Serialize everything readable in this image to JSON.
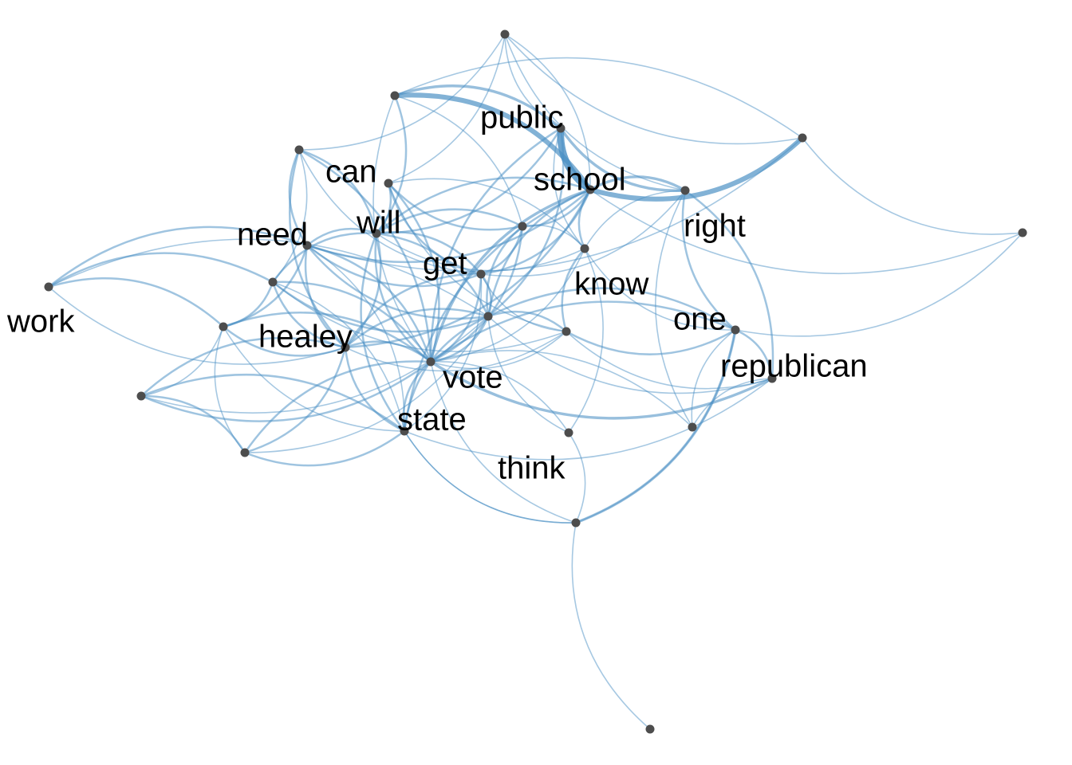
{
  "graph": {
    "edge_color": "#4a8fc4",
    "node_color": "#4d4d4d",
    "label_color": "#000000",
    "nodes": [
      {
        "id": "top",
        "label": ""
      },
      {
        "id": "n_tl",
        "label": ""
      },
      {
        "id": "public",
        "label": "public"
      },
      {
        "id": "far_right",
        "label": ""
      },
      {
        "id": "school",
        "label": "school"
      },
      {
        "id": "right",
        "label": "right"
      },
      {
        "id": "can",
        "label": "can"
      },
      {
        "id": "n_can",
        "label": ""
      },
      {
        "id": "need",
        "label": "need"
      },
      {
        "id": "will",
        "label": "will"
      },
      {
        "id": "get",
        "label": "get"
      },
      {
        "id": "n_get",
        "label": ""
      },
      {
        "id": "know",
        "label": "know"
      },
      {
        "id": "n_right2",
        "label": ""
      },
      {
        "id": "work",
        "label": "work"
      },
      {
        "id": "n_mid_left",
        "label": ""
      },
      {
        "id": "n_left2",
        "label": ""
      },
      {
        "id": "healey",
        "label": "healey"
      },
      {
        "id": "n_center",
        "label": ""
      },
      {
        "id": "n_know2",
        "label": ""
      },
      {
        "id": "one",
        "label": "one"
      },
      {
        "id": "republican",
        "label": "republican"
      },
      {
        "id": "vote",
        "label": "vote"
      },
      {
        "id": "n_bl",
        "label": ""
      },
      {
        "id": "state",
        "label": "state"
      },
      {
        "id": "n_bl2",
        "label": ""
      },
      {
        "id": "think",
        "label": "think"
      },
      {
        "id": "n_br",
        "label": ""
      },
      {
        "id": "n_bottom",
        "label": ""
      },
      {
        "id": "n_last",
        "label": ""
      }
    ],
    "edges": [
      [
        "public",
        "school",
        9
      ],
      [
        "n_tl",
        "school",
        6
      ],
      [
        "school",
        "far_right",
        6
      ],
      [
        "n_tl",
        "public",
        3
      ],
      [
        "public",
        "right",
        3
      ],
      [
        "school",
        "right",
        3
      ],
      [
        "school",
        "vote",
        3
      ],
      [
        "school",
        "get",
        2
      ],
      [
        "school",
        "will",
        2
      ],
      [
        "school",
        "need",
        2
      ],
      [
        "school",
        "know",
        2
      ],
      [
        "school",
        "healey",
        2
      ],
      [
        "school",
        "state",
        2
      ],
      [
        "school",
        "n_get",
        2
      ],
      [
        "school",
        "n_center",
        2
      ],
      [
        "public",
        "will",
        2
      ],
      [
        "public",
        "vote",
        2
      ],
      [
        "public",
        "n_center",
        2
      ],
      [
        "top",
        "public",
        1
      ],
      [
        "top",
        "school",
        1
      ],
      [
        "top",
        "right",
        1
      ],
      [
        "top",
        "n_can",
        1
      ],
      [
        "top",
        "far_right",
        1
      ],
      [
        "top",
        "can",
        1
      ],
      [
        "far_right",
        "n_right2",
        1
      ],
      [
        "far_right",
        "need",
        1
      ],
      [
        "far_right",
        "n_tl",
        1
      ],
      [
        "n_right2",
        "one",
        1
      ],
      [
        "right",
        "one",
        2
      ],
      [
        "right",
        "republican",
        2
      ],
      [
        "right",
        "know",
        1
      ],
      [
        "right",
        "get",
        1
      ],
      [
        "right",
        "n_br",
        1
      ],
      [
        "can",
        "will",
        2
      ],
      [
        "can",
        "need",
        2
      ],
      [
        "can",
        "vote",
        2
      ],
      [
        "can",
        "healey",
        2
      ],
      [
        "can",
        "n_mid_left",
        1
      ],
      [
        "can",
        "get",
        1
      ],
      [
        "n_can",
        "will",
        2
      ],
      [
        "n_can",
        "get",
        2
      ],
      [
        "n_can",
        "vote",
        2
      ],
      [
        "n_can",
        "n_get",
        2
      ],
      [
        "n_can",
        "know",
        1
      ],
      [
        "n_can",
        "n_know2",
        1
      ],
      [
        "need",
        "will",
        2
      ],
      [
        "need",
        "get",
        2
      ],
      [
        "need",
        "vote",
        2
      ],
      [
        "need",
        "healey",
        2
      ],
      [
        "need",
        "n_left2",
        2
      ],
      [
        "need",
        "n_center",
        2
      ],
      [
        "need",
        "state",
        1
      ],
      [
        "need",
        "work",
        2
      ],
      [
        "will",
        "get",
        2
      ],
      [
        "will",
        "vote",
        2
      ],
      [
        "will",
        "healey",
        2
      ],
      [
        "will",
        "state",
        2
      ],
      [
        "will",
        "n_center",
        2
      ],
      [
        "will",
        "n_mid_left",
        2
      ],
      [
        "will",
        "n_get",
        2
      ],
      [
        "will",
        "know",
        1
      ],
      [
        "get",
        "vote",
        2
      ],
      [
        "get",
        "healey",
        2
      ],
      [
        "get",
        "n_center",
        2
      ],
      [
        "get",
        "n_get",
        2
      ],
      [
        "get",
        "state",
        1
      ],
      [
        "get",
        "n_know2",
        1
      ],
      [
        "n_get",
        "vote",
        2
      ],
      [
        "n_get",
        "n_center",
        2
      ],
      [
        "n_get",
        "know",
        1
      ],
      [
        "know",
        "n_know2",
        2
      ],
      [
        "know",
        "vote",
        1
      ],
      [
        "know",
        "one",
        1
      ],
      [
        "know",
        "think",
        1
      ],
      [
        "n_mid_left",
        "healey",
        2
      ],
      [
        "n_mid_left",
        "vote",
        2
      ],
      [
        "n_mid_left",
        "n_center",
        2
      ],
      [
        "n_mid_left",
        "n_left2",
        2
      ],
      [
        "n_mid_left",
        "work",
        2
      ],
      [
        "n_mid_left",
        "state",
        1
      ],
      [
        "n_mid_left",
        "n_know2",
        1
      ],
      [
        "work",
        "n_left2",
        2
      ],
      [
        "work",
        "healey",
        1
      ],
      [
        "work",
        "n_center",
        1
      ],
      [
        "n_left2",
        "healey",
        2
      ],
      [
        "n_left2",
        "vote",
        2
      ],
      [
        "n_left2",
        "state",
        1
      ],
      [
        "n_left2",
        "n_bl",
        1
      ],
      [
        "n_left2",
        "n_bl2",
        1
      ],
      [
        "healey",
        "vote",
        2
      ],
      [
        "healey",
        "state",
        2
      ],
      [
        "healey",
        "n_center",
        2
      ],
      [
        "healey",
        "n_bl",
        2
      ],
      [
        "healey",
        "n_bl2",
        2
      ],
      [
        "healey",
        "n_know2",
        1
      ],
      [
        "n_center",
        "vote",
        2
      ],
      [
        "n_center",
        "state",
        2
      ],
      [
        "n_center",
        "one",
        2
      ],
      [
        "n_center",
        "republican",
        1
      ],
      [
        "n_center",
        "n_know2",
        2
      ],
      [
        "n_center",
        "think",
        1
      ],
      [
        "n_center",
        "n_bl2",
        1
      ],
      [
        "n_know2",
        "one",
        2
      ],
      [
        "n_know2",
        "vote",
        1
      ],
      [
        "n_know2",
        "republican",
        1
      ],
      [
        "one",
        "republican",
        2
      ],
      [
        "one",
        "vote",
        2
      ],
      [
        "one",
        "n_bottom",
        3
      ],
      [
        "one",
        "n_br",
        1
      ],
      [
        "republican",
        "vote",
        3
      ],
      [
        "republican",
        "n_br",
        1
      ],
      [
        "republican",
        "state",
        1
      ],
      [
        "vote",
        "state",
        2
      ],
      [
        "vote",
        "n_bl",
        2
      ],
      [
        "vote",
        "n_bl2",
        2
      ],
      [
        "vote",
        "think",
        1
      ],
      [
        "vote",
        "n_bottom",
        1
      ],
      [
        "vote",
        "n_br",
        1
      ],
      [
        "state",
        "n_bl",
        2
      ],
      [
        "state",
        "n_bl2",
        2
      ],
      [
        "state",
        "n_bottom",
        1
      ],
      [
        "n_bl",
        "n_bl2",
        2
      ],
      [
        "n_bl",
        "n_center",
        1
      ],
      [
        "think",
        "n_bottom",
        1
      ],
      [
        "n_bottom",
        "n_last",
        1
      ],
      [
        "n_bottom",
        "state",
        1
      ],
      [
        "n_bottom",
        "one",
        1
      ],
      [
        "n_tl",
        "will",
        2
      ],
      [
        "n_tl",
        "vote",
        1
      ],
      [
        "n_tl",
        "n_get",
        1
      ],
      [
        "public",
        "know",
        1
      ],
      [
        "n_right2",
        "school",
        1
      ]
    ]
  }
}
